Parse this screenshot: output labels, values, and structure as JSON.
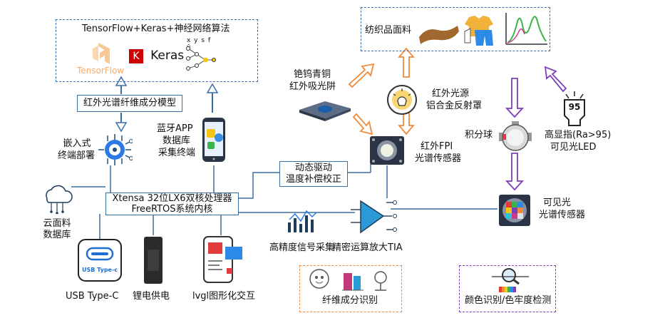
{
  "ml_panel": {
    "title": "TensorFlow+Keras+神经网络算法",
    "tf_logo_text": "TensorFlow",
    "keras_logo_letter": "K",
    "keras_logo_text": "Keras",
    "nn_letters": "x y s f ŷ"
  },
  "model_box": "红外光谱纤维成分模型",
  "embedded_label": [
    "嵌入式",
    "终端部署"
  ],
  "app_label": [
    "蓝牙APP",
    "数据库",
    "采集终端"
  ],
  "cloud_label": [
    "云面料",
    "数据库"
  ],
  "processor": [
    "Xtensa 32位LX6双核处理器",
    "FreeRTOS系统内核"
  ],
  "dynamic_box": [
    "动态驱动",
    "温度补偿校正"
  ],
  "usb_label": "USB Type-C",
  "usb_icon_text": "USB Type-c",
  "battery_label": "锂电供电",
  "lvgl_label": "lvgl图形化交互",
  "signal_label": "高精度信号采集",
  "amp_label": "精密运算放大TIA",
  "fiber_panel": "纤维成分识别",
  "color_panel": "颜色识别/色牢度检测",
  "textile_panel": "纺织品面料",
  "absorber_label": [
    "铯钨青铜",
    "红外吸光阱"
  ],
  "ir_source_label": [
    "红外光源",
    "铝合金反射罩"
  ],
  "fpi_label": [
    "红外FPI",
    "光谱传感器"
  ],
  "sphere_label": "积分球",
  "led_label": [
    "高显指(Ra>95)",
    "可见光LED"
  ],
  "led_icon_text": "95",
  "visible_sensor_label": [
    "可见光",
    "光谱传感器"
  ],
  "colors": {
    "blue_line": "#3a6ea5",
    "orange": "#f08a3c",
    "purple": "#7b3fb8",
    "dark": "#2b3445"
  }
}
